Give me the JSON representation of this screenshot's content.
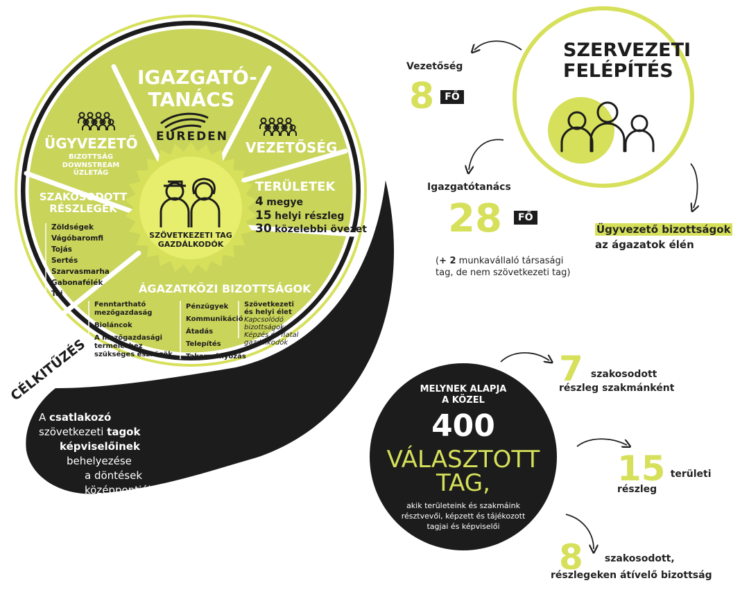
{
  "colors": {
    "accent": "#d6e05a",
    "dark": "#1c1c1c",
    "text": "#222222",
    "white": "#ffffff"
  },
  "wheel": {
    "board": {
      "title_line1": "IGAZGATÓ-",
      "title_line2": "TANÁCS",
      "logo_text": "EUREDEN"
    },
    "executive": {
      "title": "ÜGYVEZETŐ",
      "sub_line1": "BIZOTTSÁG",
      "sub_line2": "DOWNSTREAM ÜZLETÁG"
    },
    "leadership": {
      "title": "VEZETŐSÉG"
    },
    "territories": {
      "title": "TERÜLETEK",
      "rows": [
        {
          "num": "4",
          "text": "megye"
        },
        {
          "num": "15",
          "text": "helyi részleg"
        },
        {
          "num": "30",
          "text": "közelebbi övezet"
        }
      ]
    },
    "specialized": {
      "title_line1": "SZAKOSODOTT",
      "title_line2": "RÉSZLEGEK",
      "items": [
        "Zöldségek",
        "Vágóbaromfi",
        "Tojás",
        "Sertés",
        "Szarvasmarha",
        "Gabonafélék",
        "Tej"
      ]
    },
    "cross": {
      "title": "ÁGAZATKÖZI BIZOTTSÁGOK",
      "col1": [
        "Fenntartható mezőgazdaság",
        "Bioláncok",
        "A mezőgazdasági termeléshez szükséges eszközök"
      ],
      "col2": [
        "Pénzügyek",
        "Kommunikáció",
        "Átadás",
        "Telepítés",
        "Takarmányozás"
      ],
      "col3_title": "Szövetkezeti és helyi élet",
      "col3_items": [
        "Kapcsolódó bizottságok",
        "Képzés és fiatal gazdálkodók"
      ]
    },
    "center": {
      "line1": "SZÖVETKEZETI TAG",
      "line2": "GAZDÁLKODÓK"
    }
  },
  "goal": {
    "label": "CÉLKITŰZÉS",
    "line1_pre": "A ",
    "line1_b": "csatlakozó",
    "line2_pre": "szövetkezeti ",
    "line2_b": "tagok",
    "line3_b": "képviselőinek",
    "line4": "behelyezése",
    "line5": "a döntések középpontjába."
  },
  "org": {
    "title_line1": "SZERVEZETI",
    "title_line2": "FELÉPÍTÉS",
    "leadership": {
      "label": "Vezetőség",
      "num": "8",
      "unit": "FŐ"
    },
    "board": {
      "label": "Igazgatótanács",
      "num": "28",
      "unit": "FŐ",
      "note_line1_pre": "(",
      "note_line1_b": "+ 2",
      "note_line1_post": " munkavállaló társasági",
      "note_line2": "tag, de nem szövetkezeti tag)"
    },
    "exec": {
      "line1": "Ügyvezető bizottságok",
      "line2": "az ágazatok élén"
    }
  },
  "based": {
    "top_line1": "MELYNEK ALAPJA",
    "top_line2": "A KÖZEL",
    "num": "400",
    "word1": "VÁLASZTOTT",
    "word2": "TAG,",
    "desc_line1": "akik területeink és szakmáink",
    "desc_line2": "résztvevői, képzett és tájékozott",
    "desc_line3": "tagjai és képviselői"
  },
  "stats": [
    {
      "num": "7",
      "line1": "szakosodott",
      "line2": "részleg szakmánként"
    },
    {
      "num": "15",
      "line1": "területi",
      "line2": "részleg"
    },
    {
      "num": "8",
      "line1": "szakosodott,",
      "line2": "részlegeken átívelő bizottság"
    }
  ]
}
